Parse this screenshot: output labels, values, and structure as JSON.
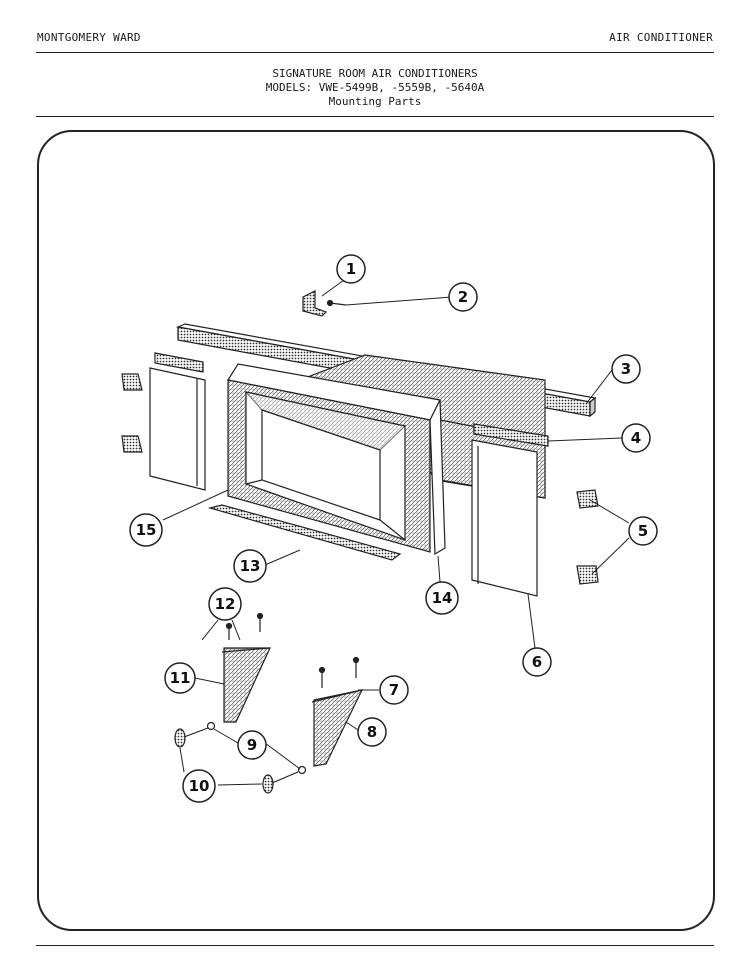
{
  "header": {
    "left": "MONTGOMERY WARD",
    "right": "AIR CONDITIONER"
  },
  "title": {
    "line1": "SIGNATURE ROOM AIR CONDITIONERS",
    "line2": "MODELS: VWE-5499B, -5559B, -5640A",
    "line3": "Mounting Parts"
  },
  "callouts": [
    "1",
    "2",
    "3",
    "4",
    "5",
    "6",
    "7",
    "8",
    "9",
    "10",
    "11",
    "12",
    "13",
    "14",
    "15"
  ],
  "colors": {
    "ink": "#1a1a1a",
    "paper": "#ffffff"
  }
}
